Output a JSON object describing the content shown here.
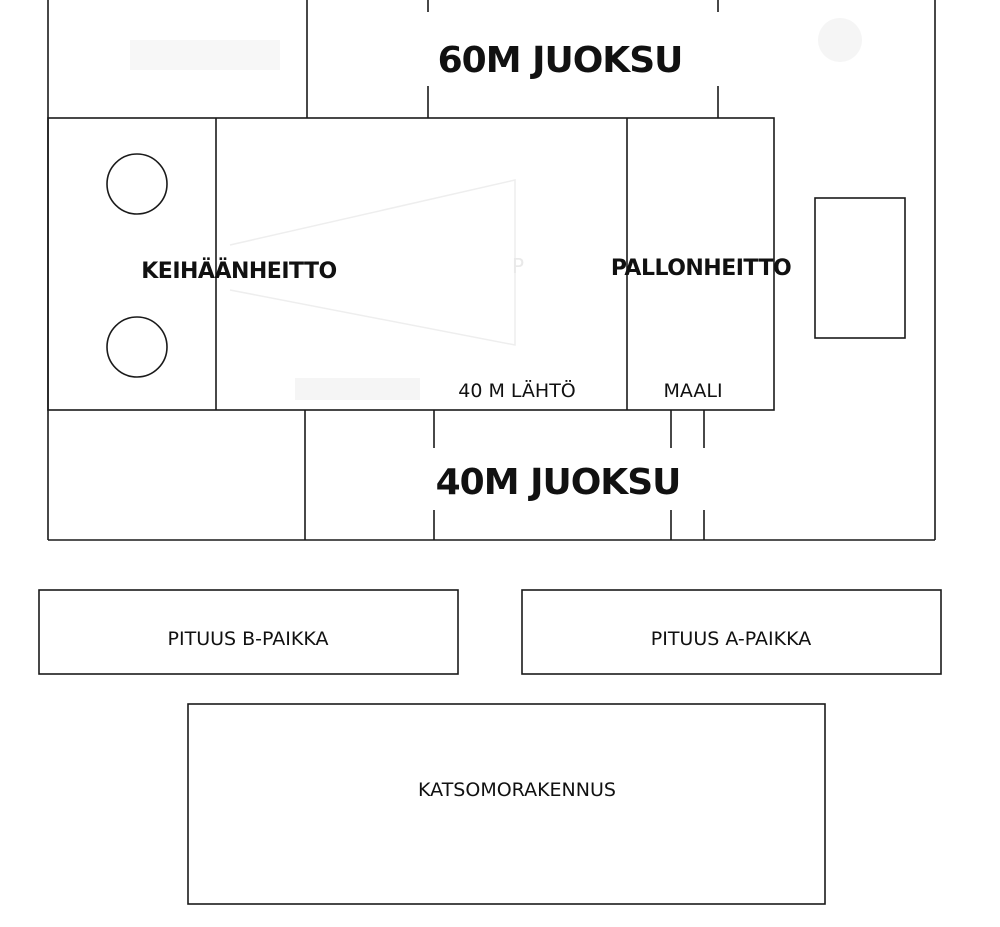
{
  "map": {
    "events": {
      "run_60m": "60M JUOKSU",
      "run_40m": "40M JUOKSU",
      "javelin": "KEIHÄÄNHEITTO",
      "ball_throw": "PALLONHEITTO",
      "start_40m": "40 M LÄHTÖ",
      "finish": "MAALI"
    },
    "areas": {
      "long_jump_b": "PITUUS B-PAIKKA",
      "long_jump_a": "PITUUS A-PAIKKA",
      "stand": "KATSOMORAKENNUS"
    }
  }
}
